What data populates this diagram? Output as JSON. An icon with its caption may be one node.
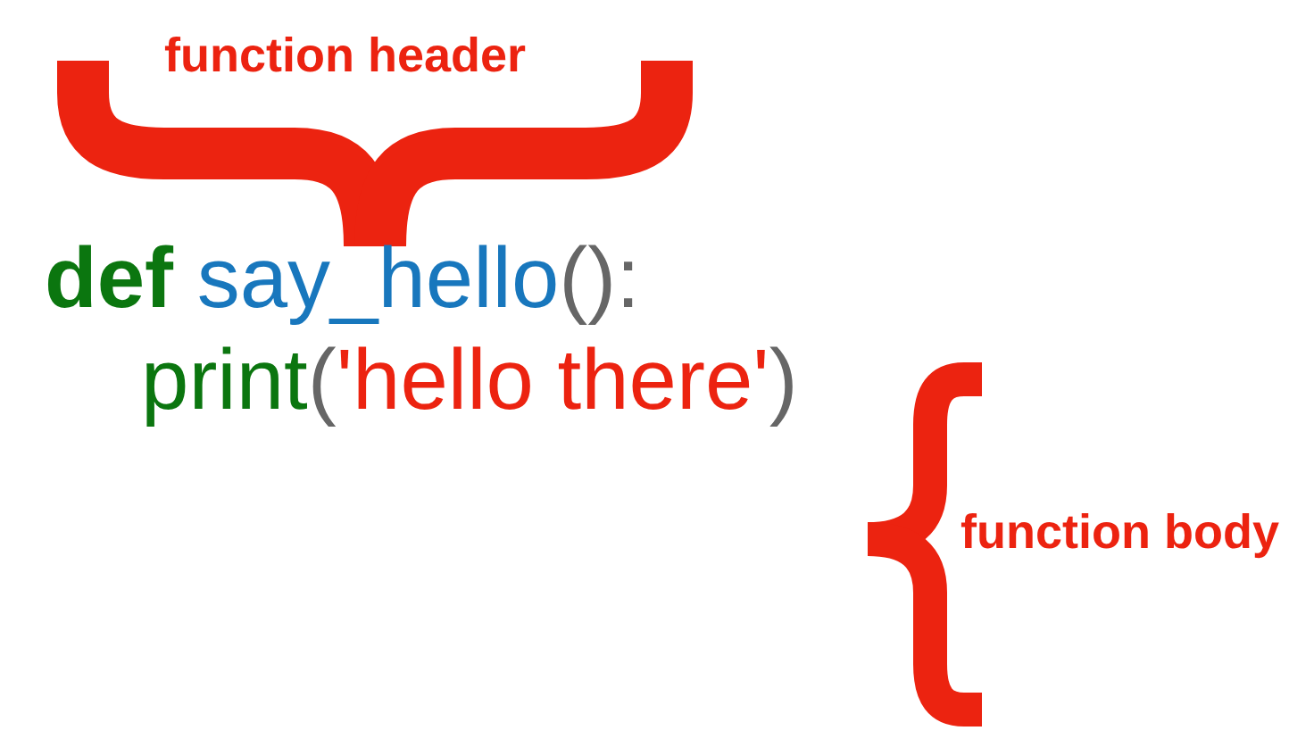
{
  "diagram": {
    "labels": [
      "function header",
      "**def** say_hello():",
      "print('hello there')",
      "function body"
    ]
  }
}
